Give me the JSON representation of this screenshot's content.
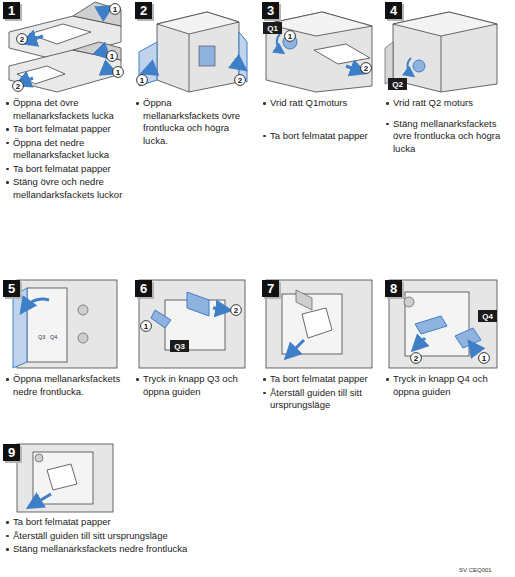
{
  "diagram": {
    "nodes": [
      {
        "text": [
          "1"
        ]
      },
      {
        "text": [
          "1"
        ]
      },
      {
        "text": [
          "2"
        ]
      },
      {
        "text": [
          "1"
        ]
      },
      {
        "text": [
          "2"
        ]
      },
      {
        "text": [
          "1"
        ]
      },
      {
        "text": [
          "2"
        ]
      },
      {
        "text": [
          "1"
        ]
      },
      {
        "text": [
          "2"
        ]
      },
      {
        "text": [
          "3"
        ]
      },
      {
        "text": [
          "Q1"
        ]
      },
      {
        "text": [
          "1"
        ]
      },
      {
        "text": [
          "2"
        ]
      },
      {
        "text": [
          "4"
        ]
      },
      {
        "text": [
          "Q2"
        ]
      },
      {
        "text": [
          "5"
        ]
      },
      {
        "text": [
          "6"
        ]
      },
      {
        "text": [
          "1"
        ]
      },
      {
        "text": [
          "Q3"
        ]
      },
      {
        "text": [
          "2"
        ]
      },
      {
        "text": [
          "7"
        ]
      },
      {
        "text": [
          "8"
        ]
      },
      {
        "text": [
          "Q4"
        ]
      },
      {
        "text": [
          "2"
        ]
      },
      {
        "text": [
          "1"
        ]
      },
      {
        "text": [
          "9"
        ]
      }
    ],
    "labels": [
      "Öppna det övre mellanarksfackets lucka",
      "Ta bort felmatat papper",
      "Öppna det nedre mellanarksfacket lucka",
      "Ta bort felmatat papper",
      "Stäng övre och nedre mellandarksfackets luckor",
      "Öppna mellanarksfackets övre frontlucka och högra lucka.",
      "Vrid ratt Q1moturs",
      "Ta bort felmatat papper",
      "Vrid ratt Q2 moturs",
      "Stäng mellanarksfackets övre frontlucka och högra lucka",
      "Öppna mellanarksfackets nedre frontlucka.",
      "Q3",
      "Q4",
      "Tryck in knapp Q3 och öppna guiden",
      "Ta bort felmatat papper",
      "Återställ guiden till sitt ursprungsläge",
      "Tryck in knapp Q4 och öppna guiden",
      "Ta bort felmatat papper",
      "Återställ guiden till sitt ursprungsläge",
      "Stäng mellanarksfackets nedre frontlucka",
      "SV CEQ001"
    ]
  }
}
